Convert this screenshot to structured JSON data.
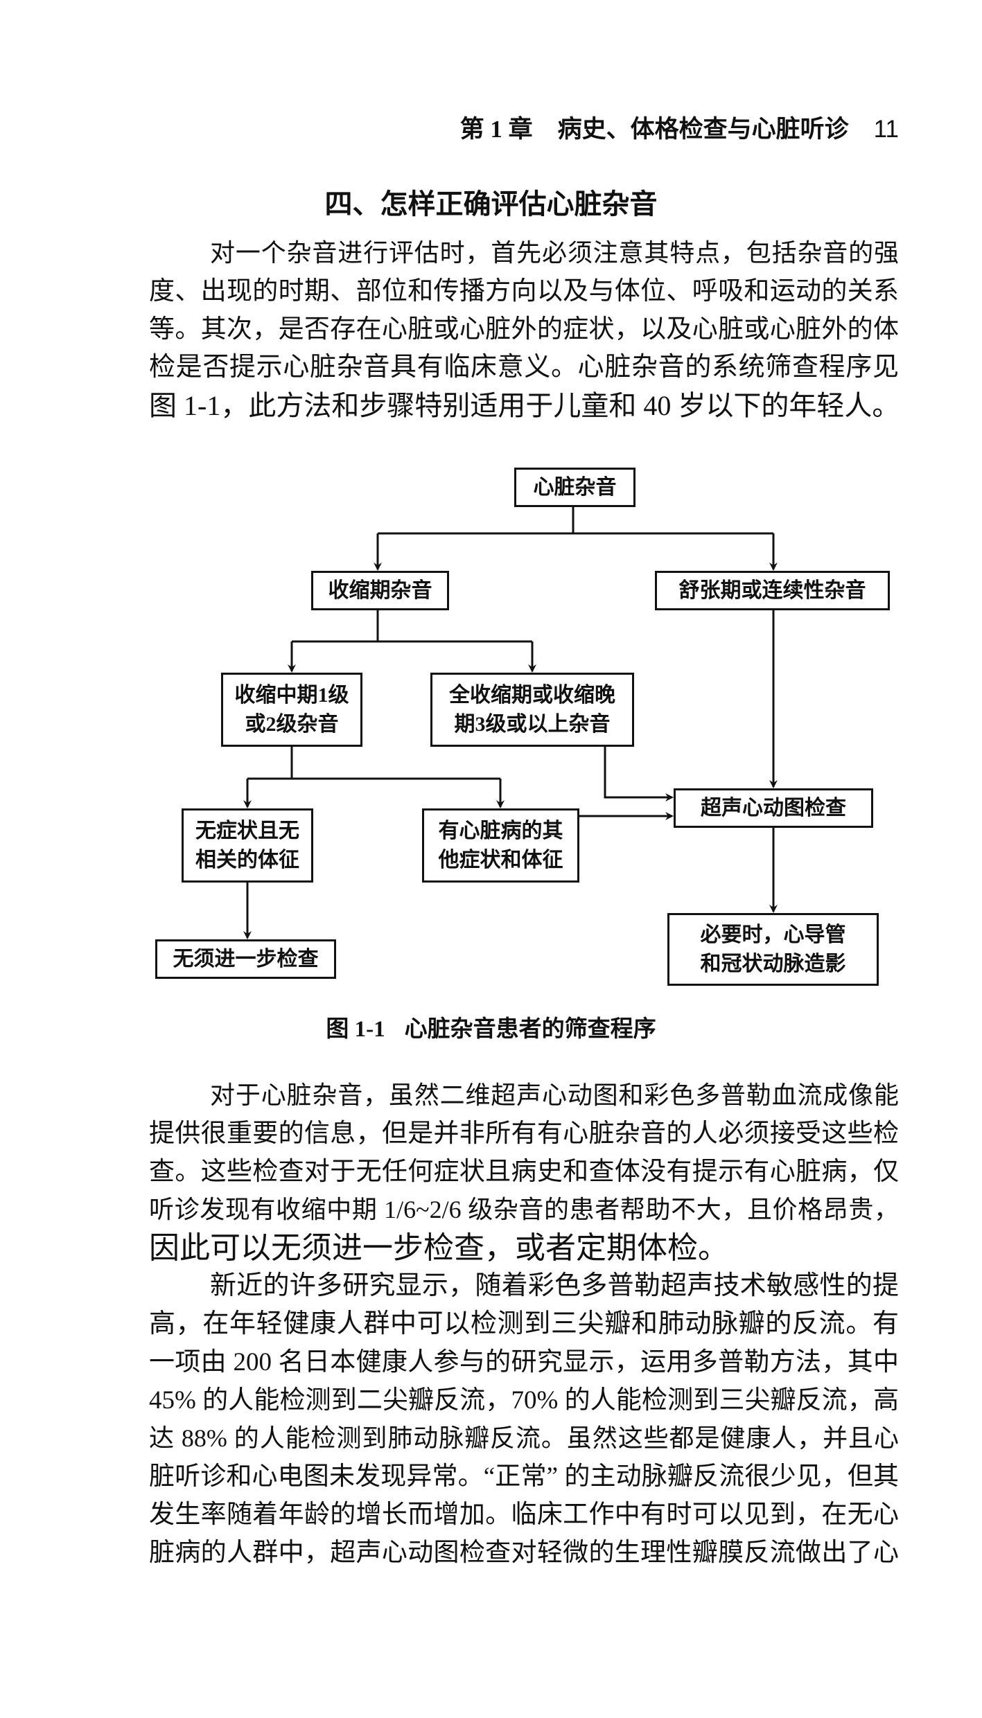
{
  "header": {
    "chapter": "第 1 章",
    "title": "病史、体格检查与心脏听诊",
    "page": "11"
  },
  "section_title": "四、怎样正确评估心脏杂音",
  "para1": [
    "对一个杂音进行评估时，首先必须注意其特点，包括杂音的强",
    "度、出现的时期、部位和传播方向以及与体位、呼吸和运动的关系",
    "等。其次，是否存在心脏或心脏外的症状，以及心脏或心脏外的体",
    "检是否提示心脏杂音具有临床意义。心脏杂音的系统筛查程序见",
    "图 1-1，此方法和步骤特别适用于儿童和 40 岁以下的年轻人。"
  ],
  "flowchart": {
    "root": "心脏杂音",
    "systolic": "收缩期杂音",
    "diastolic": "舒张期或连续性杂音",
    "mid_systolic": [
      "收缩中期1级",
      "或2级杂音"
    ],
    "holo_systolic": [
      "全收缩期或收缩晚",
      "期3级或以上杂音"
    ],
    "echo": "超声心动图检查",
    "asymptomatic": [
      "无症状且无",
      "相关的体征"
    ],
    "symptomatic": [
      "有心脏病的其",
      "他症状和体征"
    ],
    "cath": [
      "必要时，心导管",
      "和冠状动脉造影"
    ],
    "no_further": "无须进一步检查"
  },
  "caption": {
    "label": "图 1-1",
    "text": "心脏杂音患者的筛查程序"
  },
  "para2": [
    "对于心脏杂音，虽然二维超声心动图和彩色多普勒血流成像能",
    "提供很重要的信息，但是并非所有有心脏杂音的人必须接受这些检",
    "查。这些检查对于无任何症状且病史和查体没有提示有心脏病，仅",
    "听诊发现有收缩中期 1/6~2/6 级杂音的患者帮助不大，且价格昂贵，",
    "因此可以无须进一步检查，或者定期体检。"
  ],
  "para3": [
    "新近的许多研究显示，随着彩色多普勒超声技术敏感性的提",
    "高，在年轻健康人群中可以检测到三尖瓣和肺动脉瓣的反流。有",
    "一项由 200 名日本健康人参与的研究显示，运用多普勒方法，其中",
    "45% 的人能检测到二尖瓣反流，70% 的人能检测到三尖瓣反流，高",
    "达 88% 的人能检测到肺动脉瓣反流。虽然这些都是健康人，并且心",
    "脏听诊和心电图未发现异常。“正常” 的主动脉瓣反流很少见，但其",
    "发生率随着年龄的增长而增加。临床工作中有时可以见到，在无心",
    "脏病的人群中，超声心动图检查对轻微的生理性瓣膜反流做出了心"
  ]
}
